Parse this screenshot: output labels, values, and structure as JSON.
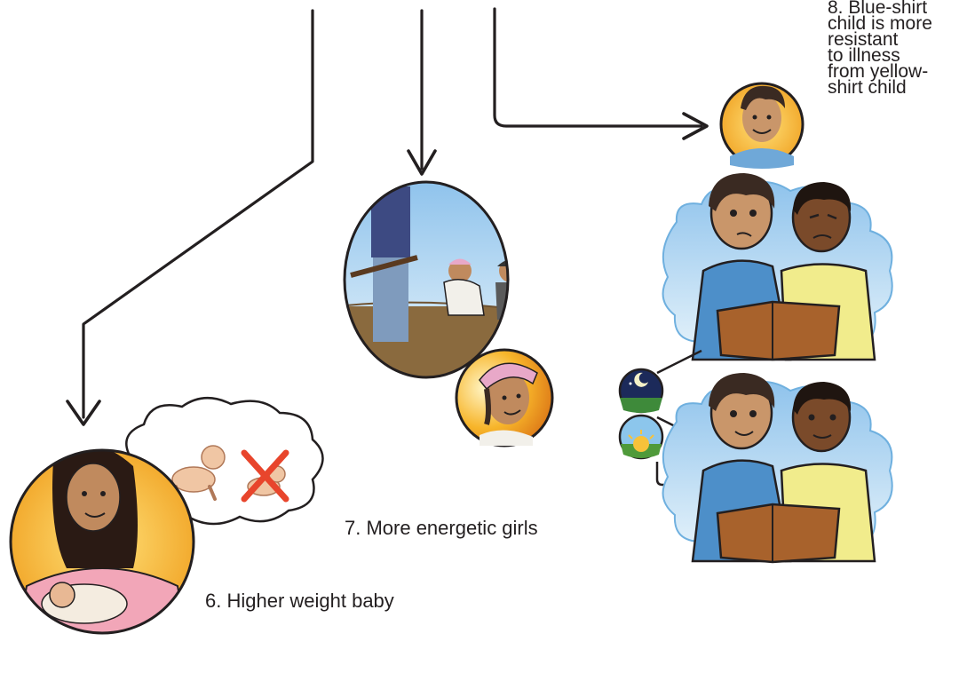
{
  "labels": {
    "outcome_6": "6. Higher weight baby",
    "outcome_7": "7. More energetic girls",
    "outcome_8_lines": [
      "8. Blue-shirt",
      "child is more",
      "resistant",
      "to illness",
      "from yellow-",
      "shirt child"
    ]
  },
  "colors": {
    "arrow": "#231f20",
    "sun_bg": "#f2b02a",
    "sky": "#bfe0f5",
    "soil": "#8a6a3e",
    "blue_shirt": "#4d8fc9",
    "yellow_shirt": "#f1ec8c",
    "pink_dress": "#f2a6b8",
    "skin": "#c08a5e",
    "red_cross": "#e8452c"
  },
  "icons": [
    "baby-crawling-icon",
    "crossed-out-baby-icon",
    "night-moon-icon",
    "sunrise-icon"
  ]
}
